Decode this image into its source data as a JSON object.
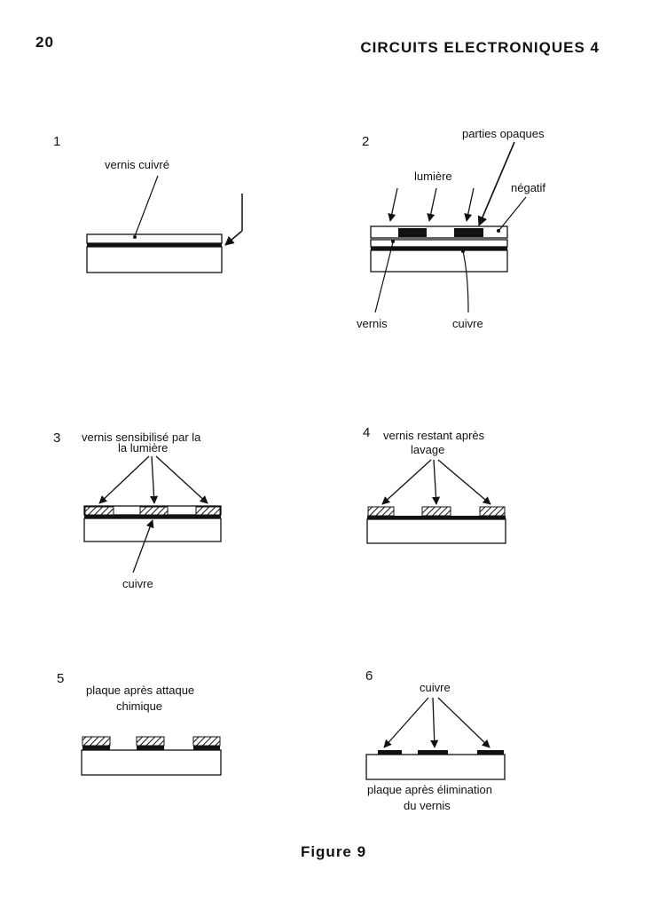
{
  "header": {
    "page_number": "20",
    "running_title": "CIRCUITS ELECTRONIQUES 4"
  },
  "panels": [
    {
      "number": "1",
      "labels": [
        "vernis cuivré"
      ]
    },
    {
      "number": "2",
      "labels": [
        "parties opaques",
        "lumière",
        "négatif",
        "vernis",
        "cuivre"
      ]
    },
    {
      "number": "3",
      "labels": [
        "vernis sensibilisé par la",
        "la lumière",
        "cuivre"
      ]
    },
    {
      "number": "4",
      "labels": [
        "vernis restant après",
        "lavage"
      ]
    },
    {
      "number": "5",
      "labels": [
        "plaque après attaque",
        "chimique"
      ]
    },
    {
      "number": "6",
      "labels": [
        "cuivre",
        "plaque après élimination",
        "du vernis"
      ]
    }
  ],
  "figure_caption": "Figure 9"
}
